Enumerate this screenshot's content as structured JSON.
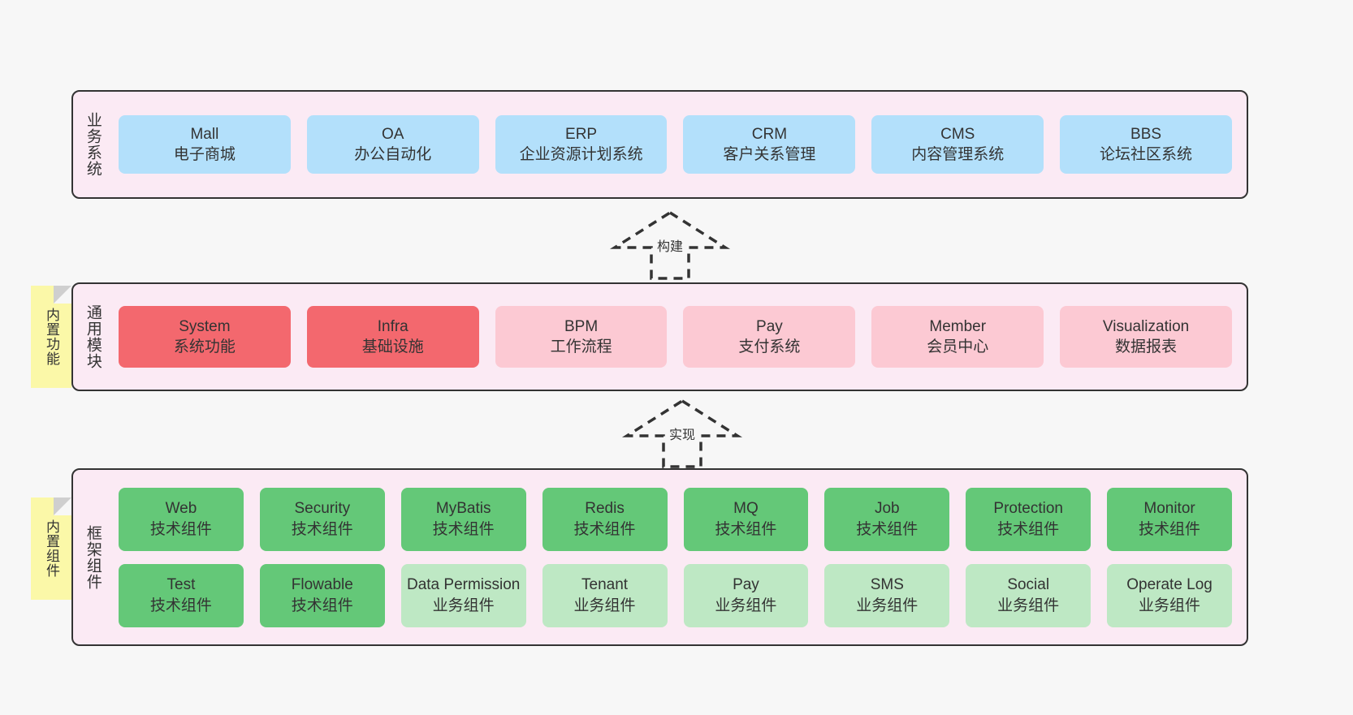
{
  "diagram": {
    "title": "",
    "background": "#f7f7f7",
    "colors": {
      "layer_background": "#fbeaf4",
      "layer_border": "#333333",
      "business": "#b3e0fb",
      "module_core": "#f3686e",
      "module_optional": "#fcc9d3",
      "component_tech": "#64c878",
      "component_business": "#bee8c4",
      "sticky": "#fbf8a8"
    }
  },
  "layers": [
    {
      "id": "business",
      "title": "业务系统",
      "rows": [
        {
          "cards": [
            {
              "en": "Mall",
              "cn": "电子商城",
              "color": "blue"
            },
            {
              "en": "OA",
              "cn": "办公自动化",
              "color": "blue"
            },
            {
              "en": "ERP",
              "cn": "企业资源计划系统",
              "color": "blue"
            },
            {
              "en": "CRM",
              "cn": "客户关系管理",
              "color": "blue"
            },
            {
              "en": "CMS",
              "cn": "内容管理系统",
              "color": "blue"
            },
            {
              "en": "BBS",
              "cn": "论坛社区系统",
              "color": "blue"
            }
          ]
        }
      ]
    },
    {
      "id": "modules",
      "title": "通用模块",
      "sticky": "内置功能",
      "rows": [
        {
          "cards": [
            {
              "en": "System",
              "cn": "系统功能",
              "color": "red"
            },
            {
              "en": "Infra",
              "cn": "基础设施",
              "color": "red"
            },
            {
              "en": "BPM",
              "cn": "工作流程",
              "color": "pink"
            },
            {
              "en": "Pay",
              "cn": "支付系统",
              "color": "pink"
            },
            {
              "en": "Member",
              "cn": "会员中心",
              "color": "pink"
            },
            {
              "en": "Visualization",
              "cn": "数据报表",
              "color": "pink"
            }
          ]
        }
      ]
    },
    {
      "id": "framework",
      "title": "框架组件",
      "sticky": "内置组件",
      "rows": [
        {
          "cards": [
            {
              "en": "Web",
              "cn": "技术组件",
              "color": "green"
            },
            {
              "en": "Security",
              "cn": "技术组件",
              "color": "green"
            },
            {
              "en": "MyBatis",
              "cn": "技术组件",
              "color": "green"
            },
            {
              "en": "Redis",
              "cn": "技术组件",
              "color": "green"
            },
            {
              "en": "MQ",
              "cn": "技术组件",
              "color": "green"
            },
            {
              "en": "Job",
              "cn": "技术组件",
              "color": "green"
            },
            {
              "en": "Protection",
              "cn": "技术组件",
              "color": "green"
            },
            {
              "en": "Monitor",
              "cn": "技术组件",
              "color": "green"
            }
          ]
        },
        {
          "cards": [
            {
              "en": "Test",
              "cn": "技术组件",
              "color": "green"
            },
            {
              "en": "Flowable",
              "cn": "技术组件",
              "color": "green"
            },
            {
              "en": "Data Permission",
              "cn": "业务组件",
              "color": "lightgreen",
              "wrap": true
            },
            {
              "en": "Tenant",
              "cn": "业务组件",
              "color": "lightgreen"
            },
            {
              "en": "Pay",
              "cn": "业务组件",
              "color": "lightgreen"
            },
            {
              "en": "SMS",
              "cn": "业务组件",
              "color": "lightgreen"
            },
            {
              "en": "Social",
              "cn": "业务组件",
              "color": "lightgreen"
            },
            {
              "en": "Operate Log",
              "cn": "业务组件",
              "color": "lightgreen"
            }
          ]
        }
      ]
    }
  ],
  "connectors": [
    {
      "id": "build",
      "label": "构建",
      "from": "modules",
      "to": "business",
      "style": "dashed-generalization"
    },
    {
      "id": "realize",
      "label": "实现",
      "from": "framework",
      "to": "modules",
      "style": "dashed-generalization"
    }
  ]
}
